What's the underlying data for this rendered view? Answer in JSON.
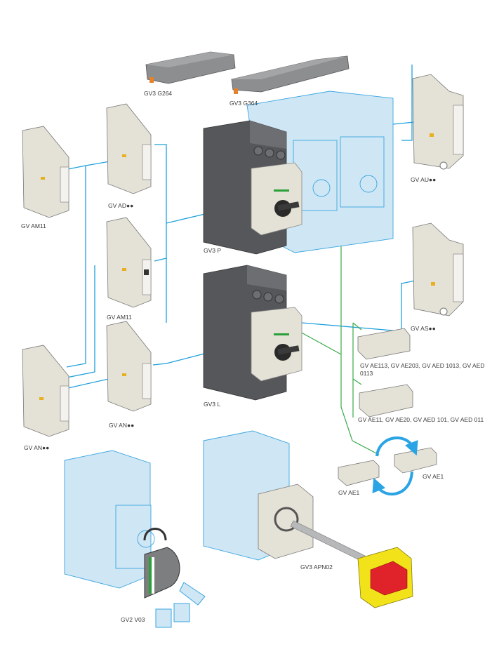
{
  "title": "GV3 motor circuit-breaker accessories assembly diagram",
  "colors": {
    "blue_line": "#1ea0dc",
    "green_line": "#3aaa4a",
    "ghost_fill": "#cfe6f4",
    "ghost_stroke": "#3aa6e0",
    "part_beige": "#e4e1d6",
    "part_dark": "#55575a",
    "cover_grey": "#7d7e80",
    "handle_red": "#e0232a",
    "plate_yellow": "#f2e21a",
    "arrow_blue": "#2aa4e4",
    "label_text": "#3a3a3a"
  },
  "labels": {
    "gv3_g264": "GV3 G264",
    "gv3_g364": "GV3 G364",
    "gv_am11_left": "GV AM11",
    "gv_ad": "GV AD●●",
    "gv_am11_mid": "GV AM11",
    "gv3_p": "GV3 P",
    "gv_au": "GV AU●●",
    "gv_as": "GV AS●●",
    "gv3_l": "GV3 L",
    "gv_an_mid": "GV AN●●",
    "gv_an_left": "GV AN●●",
    "gv_ae113_group": "GV AE113, GV AE203, GV AED 1013, GV AED 0113",
    "gv_ae11_group": "GV AE11, GV AE20, GV AED 101, GV AED 011",
    "gv_ae1_left": "GV AE1",
    "gv_ae1_right": "GV AE1",
    "gv3_apn02": "GV3 APN02",
    "gv2_v03": "GV2 V03"
  }
}
